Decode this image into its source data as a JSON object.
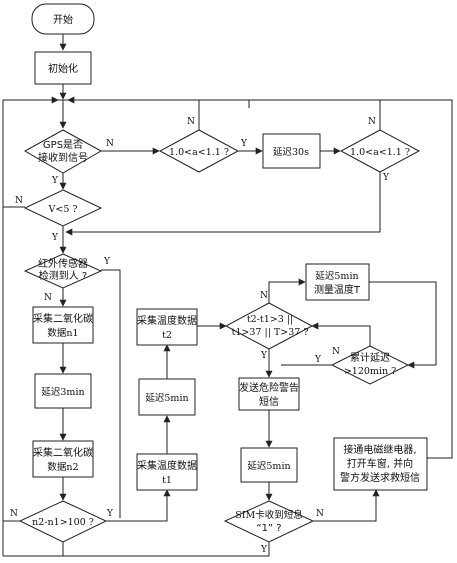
{
  "nodes": {
    "start": "开始",
    "init": "初始化",
    "gps_check": [
      "GPS是否",
      "接收到信号"
    ],
    "a_check_1": "1.0<a<1.1 ?",
    "delay_30s": "延迟30s",
    "a_check_2": "1.0<a<1.1 ?",
    "v_check": "V<5 ?",
    "ir_check": [
      "红外传感器",
      "检测到人 ?"
    ],
    "co2_n1": [
      "采集二氧化碳",
      "数据n1"
    ],
    "delay_3min": "延迟3min",
    "co2_n2": [
      "采集二氧化碳",
      "数据n2"
    ],
    "n_check": "n2-n1>100 ?",
    "temp_t1": [
      "采集温度数据",
      "t1"
    ],
    "delay_5min_a": "延迟5min",
    "temp_t2": [
      "采集温度数据",
      "t2"
    ],
    "delay_5min_measure": [
      "延迟5min",
      "测量温度T"
    ],
    "temp_check": [
      "t2-t1>3 ||",
      "t1>37 || T>37 ?"
    ],
    "cumulative_check": [
      "累计延迟",
      ">120min ?"
    ],
    "send_warning": [
      "发送危险警告",
      "短信"
    ],
    "delay_5min_b": "延迟5min",
    "sim_check": [
      "SIM卡收到短息",
      "“1” ?"
    ],
    "relay": [
      "接通电磁继电器,",
      "打开车窗, 并向",
      "警方发送求救短信"
    ]
  },
  "labels": {
    "yes": "Y",
    "no": "N"
  }
}
